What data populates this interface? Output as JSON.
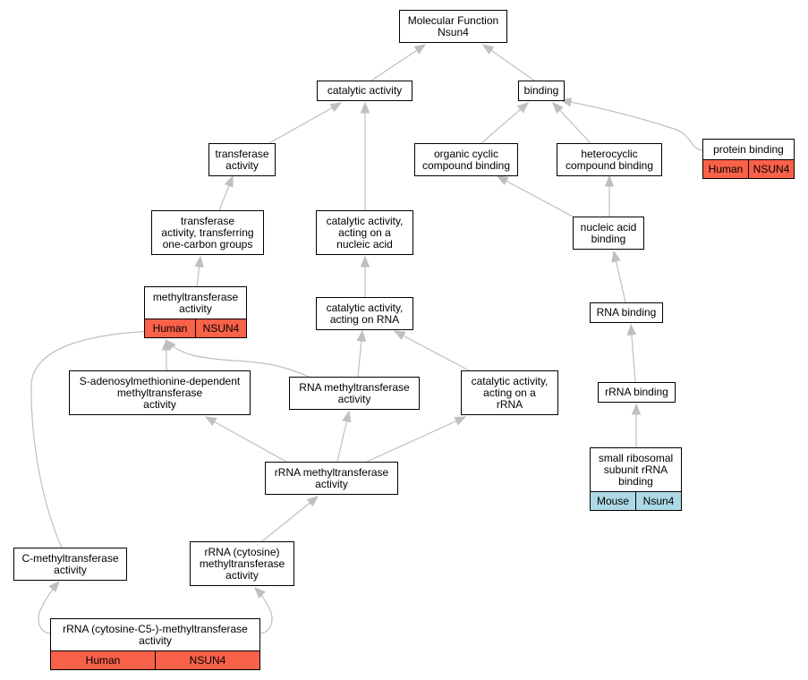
{
  "nodes": [
    {
      "id": "mf",
      "label": "Molecular Function\nNsun4"
    },
    {
      "id": "cat",
      "label": "catalytic activity"
    },
    {
      "id": "bind",
      "label": "binding"
    },
    {
      "id": "trans",
      "label": "transferase\nactivity"
    },
    {
      "id": "orgcyc",
      "label": "organic cyclic\ncompound binding"
    },
    {
      "id": "hetcyc",
      "label": "heterocyclic\ncompound binding"
    },
    {
      "id": "protbind",
      "label": "protein binding",
      "annotation": {
        "species": "Human",
        "gene": "NSUN4"
      }
    },
    {
      "id": "transone",
      "label": "transferase\nactivity, transferring\none-carbon groups"
    },
    {
      "id": "catnuc",
      "label": "catalytic activity,\nacting on a\nnucleic acid"
    },
    {
      "id": "nucbind",
      "label": "nucleic acid\nbinding"
    },
    {
      "id": "meth",
      "label": "methyltransferase\nactivity",
      "annotation": {
        "species": "Human",
        "gene": "NSUN4"
      }
    },
    {
      "id": "catrna",
      "label": "catalytic activity,\nacting on RNA"
    },
    {
      "id": "rnabind",
      "label": "RNA binding"
    },
    {
      "id": "sam",
      "label": "S-adenosylmethionine-dependent\nmethyltransferase\nactivity"
    },
    {
      "id": "rnameth",
      "label": "RNA methyltransferase\nactivity"
    },
    {
      "id": "catrrna",
      "label": "catalytic activity,\nacting on a\nrRNA"
    },
    {
      "id": "rrnabind",
      "label": "rRNA binding"
    },
    {
      "id": "rrnameth",
      "label": "rRNA methyltransferase\nactivity"
    },
    {
      "id": "ssu",
      "label": "small ribosomal\nsubunit rRNA\nbinding",
      "annotation": {
        "species": "Mouse",
        "gene": "Nsun4"
      }
    },
    {
      "id": "cmeth",
      "label": "C-methyltransferase\nactivity"
    },
    {
      "id": "cytmeth",
      "label": "rRNA (cytosine)\nmethyltransferase\nactivity"
    },
    {
      "id": "c5meth",
      "label": "rRNA (cytosine-C5-)-methyltransferase\nactivity",
      "annotation": {
        "species": "Human",
        "gene": "NSUN4"
      }
    }
  ],
  "edges": [
    [
      "cat",
      "mf"
    ],
    [
      "bind",
      "mf"
    ],
    [
      "trans",
      "cat"
    ],
    [
      "catnuc",
      "cat"
    ],
    [
      "orgcyc",
      "bind"
    ],
    [
      "hetcyc",
      "bind"
    ],
    [
      "protbind",
      "bind"
    ],
    [
      "transone",
      "trans"
    ],
    [
      "catrna",
      "catnuc"
    ],
    [
      "nucbind",
      "orgcyc"
    ],
    [
      "nucbind",
      "hetcyc"
    ],
    [
      "meth",
      "transone"
    ],
    [
      "rnabind",
      "nucbind"
    ],
    [
      "sam",
      "meth"
    ],
    [
      "rnameth",
      "meth"
    ],
    [
      "cmeth",
      "meth"
    ],
    [
      "rnameth",
      "catrna"
    ],
    [
      "catrrna",
      "catrna"
    ],
    [
      "rrnabind",
      "rnabind"
    ],
    [
      "ssu",
      "rrnabind"
    ],
    [
      "rrnameth",
      "sam"
    ],
    [
      "rrnameth",
      "rnameth"
    ],
    [
      "rrnameth",
      "catrrna"
    ],
    [
      "cytmeth",
      "rrnameth"
    ],
    [
      "c5meth",
      "cmeth"
    ],
    [
      "c5meth",
      "cytmeth"
    ]
  ],
  "colors": {
    "human": "#fa6149",
    "mouse": "#add8e6",
    "edge": "#bfbfbf"
  }
}
